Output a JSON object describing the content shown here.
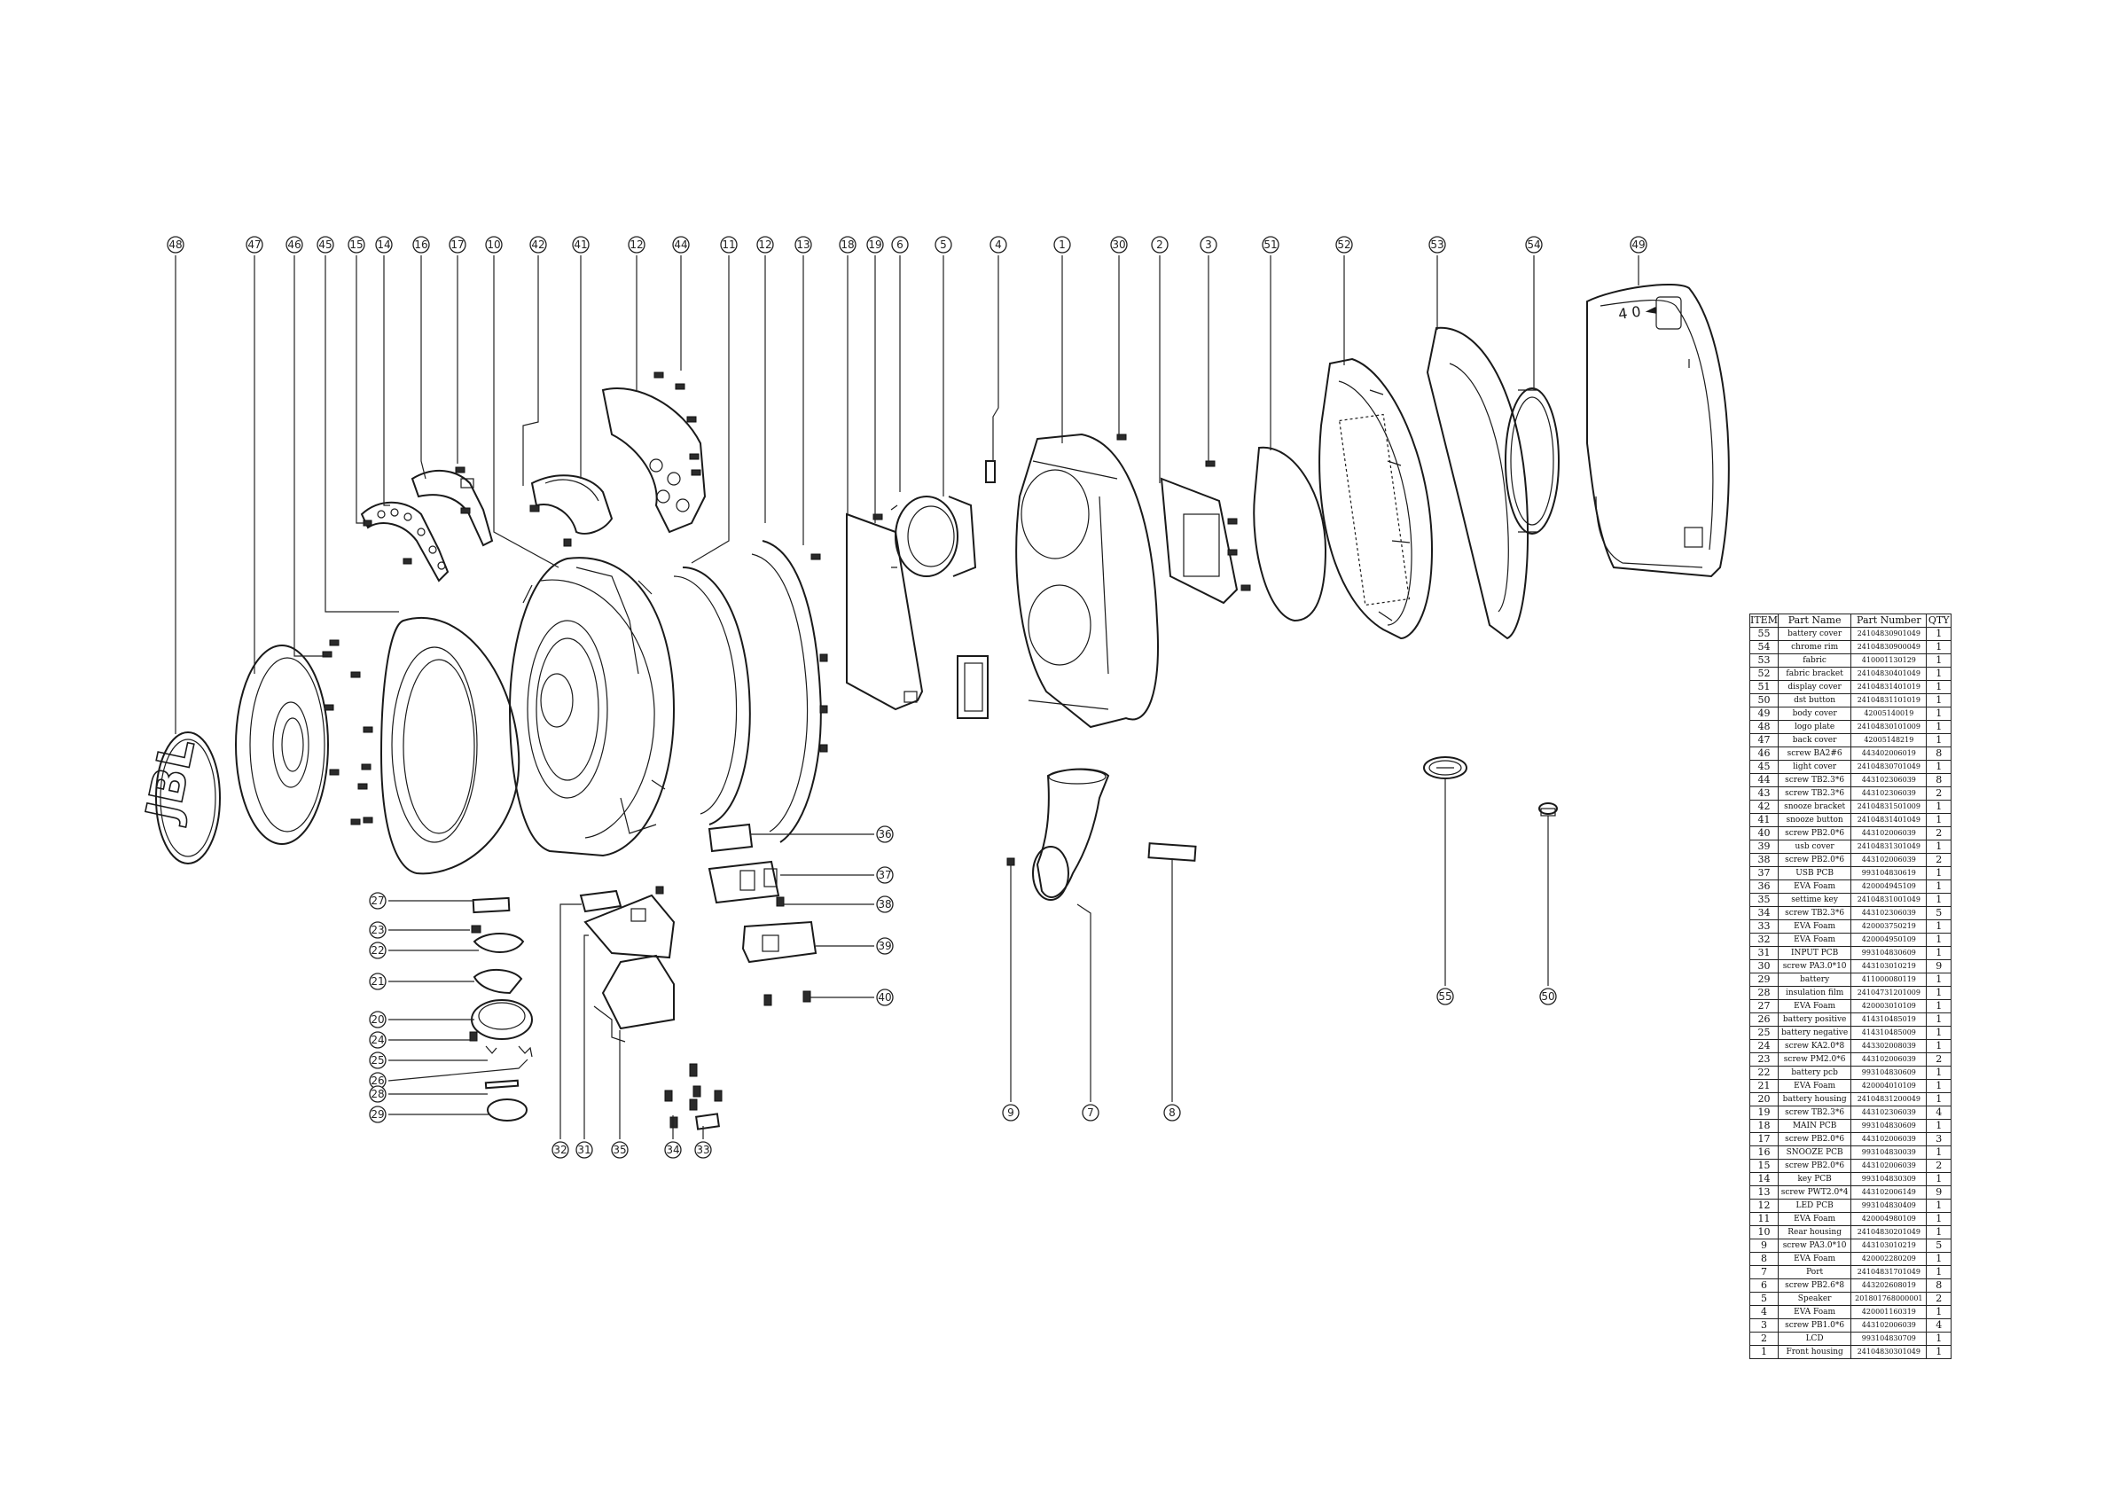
{
  "drawing": {
    "logo_text": "JBL",
    "display_icons": "4 0 ◄",
    "balloons": [
      {
        "id": "48"
      },
      {
        "id": "47"
      },
      {
        "id": "46"
      },
      {
        "id": "45"
      },
      {
        "id": "15"
      },
      {
        "id": "14"
      },
      {
        "id": "16"
      },
      {
        "id": "17"
      },
      {
        "id": "10"
      },
      {
        "id": "42"
      },
      {
        "id": "41"
      },
      {
        "id": "12"
      },
      {
        "id": "44"
      },
      {
        "id": "11"
      },
      {
        "id": "12"
      },
      {
        "id": "13"
      },
      {
        "id": "18"
      },
      {
        "id": "19"
      },
      {
        "id": "6"
      },
      {
        "id": "5"
      },
      {
        "id": "4"
      },
      {
        "id": "1"
      },
      {
        "id": "30"
      },
      {
        "id": "2"
      },
      {
        "id": "3"
      },
      {
        "id": "51"
      },
      {
        "id": "52"
      },
      {
        "id": "53"
      },
      {
        "id": "54"
      },
      {
        "id": "49"
      },
      {
        "id": "27"
      },
      {
        "id": "23"
      },
      {
        "id": "22"
      },
      {
        "id": "21"
      },
      {
        "id": "20"
      },
      {
        "id": "24"
      },
      {
        "id": "25"
      },
      {
        "id": "26"
      },
      {
        "id": "28"
      },
      {
        "id": "29"
      },
      {
        "id": "32"
      },
      {
        "id": "31"
      },
      {
        "id": "35"
      },
      {
        "id": "34"
      },
      {
        "id": "33"
      },
      {
        "id": "36"
      },
      {
        "id": "37"
      },
      {
        "id": "38"
      },
      {
        "id": "39"
      },
      {
        "id": "40"
      },
      {
        "id": "9"
      },
      {
        "id": "7"
      },
      {
        "id": "8"
      },
      {
        "id": "55"
      },
      {
        "id": "50"
      }
    ]
  },
  "bom": {
    "headers": {
      "item": "ITEM",
      "name": "Part Name",
      "number": "Part Number",
      "qty": "QTY"
    },
    "rows": [
      {
        "item": "55",
        "name": "battery cover",
        "number": "24104830901049",
        "qty": "1"
      },
      {
        "item": "54",
        "name": "chrome rim",
        "number": "24104830900049",
        "qty": "1"
      },
      {
        "item": "53",
        "name": "fabric",
        "number": "410001130129",
        "qty": "1"
      },
      {
        "item": "52",
        "name": "fabric bracket",
        "number": "24104830401049",
        "qty": "1"
      },
      {
        "item": "51",
        "name": "display cover",
        "number": "24104831401019",
        "qty": "1"
      },
      {
        "item": "50",
        "name": "dst button",
        "number": "24104831101019",
        "qty": "1"
      },
      {
        "item": "49",
        "name": "body cover",
        "number": "42005140019",
        "qty": "1"
      },
      {
        "item": "48",
        "name": "logo plate",
        "number": "24104830101009",
        "qty": "1"
      },
      {
        "item": "47",
        "name": "back cover",
        "number": "42005148219",
        "qty": "1"
      },
      {
        "item": "46",
        "name": "screw BA2#6",
        "number": "443402006019",
        "qty": "8"
      },
      {
        "item": "45",
        "name": "light cover",
        "number": "24104830701049",
        "qty": "1"
      },
      {
        "item": "44",
        "name": "screw TB2.3*6",
        "number": "443102306039",
        "qty": "8"
      },
      {
        "item": "43",
        "name": "screw TB2.3*6",
        "number": "443102306039",
        "qty": "2"
      },
      {
        "item": "42",
        "name": "snooze bracket",
        "number": "24104831501009",
        "qty": "1"
      },
      {
        "item": "41",
        "name": "snooze button",
        "number": "24104831401049",
        "qty": "1"
      },
      {
        "item": "40",
        "name": "screw PB2.0*6",
        "number": "443102006039",
        "qty": "2"
      },
      {
        "item": "39",
        "name": "usb cover",
        "number": "24104831301049",
        "qty": "1"
      },
      {
        "item": "38",
        "name": "screw PB2.0*6",
        "number": "443102006039",
        "qty": "2"
      },
      {
        "item": "37",
        "name": "USB PCB",
        "number": "993104830619",
        "qty": "1"
      },
      {
        "item": "36",
        "name": "EVA Foam",
        "number": "420004945109",
        "qty": "1"
      },
      {
        "item": "35",
        "name": "settime key",
        "number": "24104831001049",
        "qty": "1"
      },
      {
        "item": "34",
        "name": "screw TB2.3*6",
        "number": "443102306039",
        "qty": "5"
      },
      {
        "item": "33",
        "name": "EVA Foam",
        "number": "420003750219",
        "qty": "1"
      },
      {
        "item": "32",
        "name": "EVA Foam",
        "number": "420004950109",
        "qty": "1"
      },
      {
        "item": "31",
        "name": "INPUT PCB",
        "number": "993104830609",
        "qty": "1"
      },
      {
        "item": "30",
        "name": "screw PA3.0*10",
        "number": "443103010219",
        "qty": "9"
      },
      {
        "item": "29",
        "name": "battery",
        "number": "411000080119",
        "qty": "1"
      },
      {
        "item": "28",
        "name": "insulation film",
        "number": "24104731201009",
        "qty": "1"
      },
      {
        "item": "27",
        "name": "EVA Foam",
        "number": "420003010109",
        "qty": "1"
      },
      {
        "item": "26",
        "name": "battery positive",
        "number": "414310485019",
        "qty": "1"
      },
      {
        "item": "25",
        "name": "battery negative",
        "number": "414310485009",
        "qty": "1"
      },
      {
        "item": "24",
        "name": "screw KA2.0*8",
        "number": "443302008039",
        "qty": "1"
      },
      {
        "item": "23",
        "name": "screw PM2.0*6",
        "number": "443102006039",
        "qty": "2"
      },
      {
        "item": "22",
        "name": "battery pcb",
        "number": "993104830609",
        "qty": "1"
      },
      {
        "item": "21",
        "name": "EVA Foam",
        "number": "420004010109",
        "qty": "1"
      },
      {
        "item": "20",
        "name": "battery housing",
        "number": "24104831200049",
        "qty": "1"
      },
      {
        "item": "19",
        "name": "screw TB2.3*6",
        "number": "443102306039",
        "qty": "4"
      },
      {
        "item": "18",
        "name": "MAIN PCB",
        "number": "993104830609",
        "qty": "1"
      },
      {
        "item": "17",
        "name": "screw PB2.0*6",
        "number": "443102006039",
        "qty": "3"
      },
      {
        "item": "16",
        "name": "SNOOZE PCB",
        "number": "993104830039",
        "qty": "1"
      },
      {
        "item": "15",
        "name": "screw PB2.0*6",
        "number": "443102006039",
        "qty": "2"
      },
      {
        "item": "14",
        "name": "key PCB",
        "number": "993104830309",
        "qty": "1"
      },
      {
        "item": "13",
        "name": "screw PWT2.0*4",
        "number": "443102006149",
        "qty": "9"
      },
      {
        "item": "12",
        "name": "LED PCB",
        "number": "993104830409",
        "qty": "1"
      },
      {
        "item": "11",
        "name": "EVA Foam",
        "number": "420004980109",
        "qty": "1"
      },
      {
        "item": "10",
        "name": "Rear housing",
        "number": "24104830201049",
        "qty": "1"
      },
      {
        "item": "9",
        "name": "screw PA3.0*10",
        "number": "443103010219",
        "qty": "5"
      },
      {
        "item": "8",
        "name": "EVA Foam",
        "number": "420002280209",
        "qty": "1"
      },
      {
        "item": "7",
        "name": "Port",
        "number": "24104831701049",
        "qty": "1"
      },
      {
        "item": "6",
        "name": "screw PB2.6*8",
        "number": "443202608019",
        "qty": "8"
      },
      {
        "item": "5",
        "name": "Speaker",
        "number": "201801768000001",
        "qty": "2"
      },
      {
        "item": "4",
        "name": "EVA Foam",
        "number": "420001160319",
        "qty": "1"
      },
      {
        "item": "3",
        "name": "screw PB1.0*6",
        "number": "443102006039",
        "qty": "4"
      },
      {
        "item": "2",
        "name": "LCD",
        "number": "993104830709",
        "qty": "1"
      },
      {
        "item": "1",
        "name": "Front housing",
        "number": "24104830301049",
        "qty": "1"
      }
    ]
  }
}
